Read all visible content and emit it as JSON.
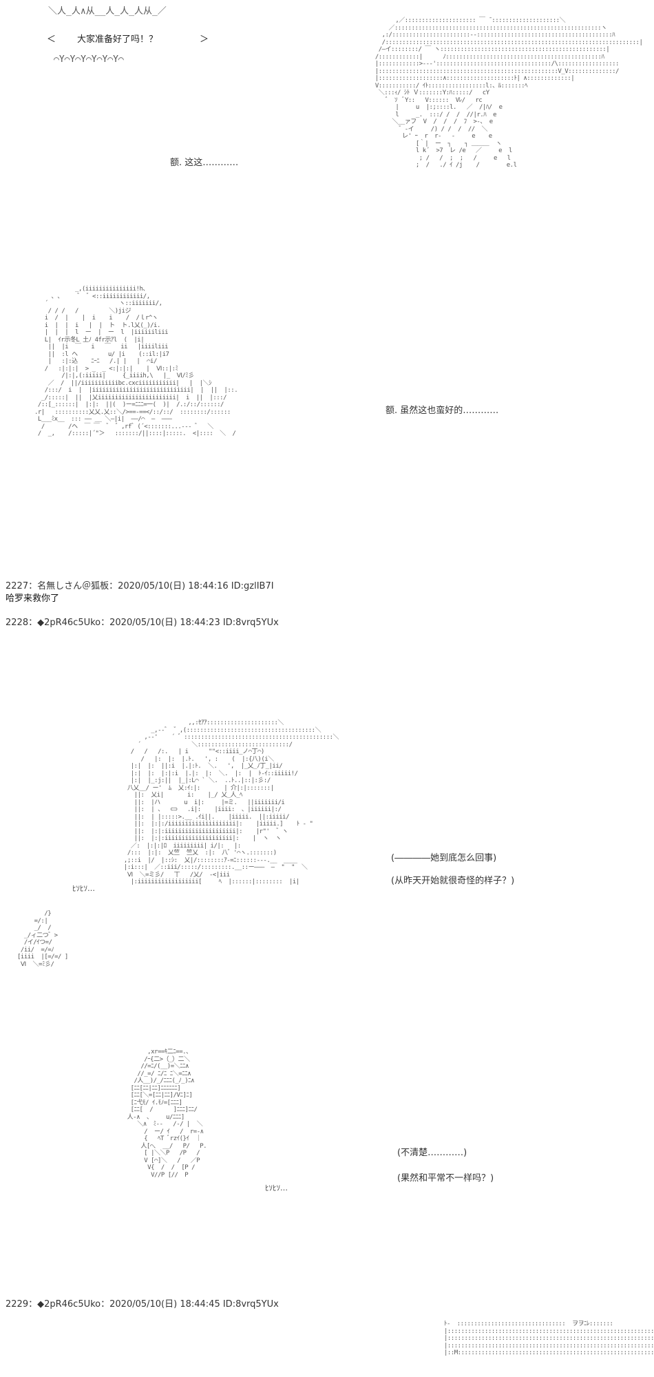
{
  "shout_box": {
    "top_border": "＼人_人∧从__人_人_人从_／",
    "text": "大家准备好了吗！？",
    "left_marks": "＜",
    "right_marks": "＞",
    "bottom_border": "⌒Y⌒Y⌒Y⌒Y⌒Y⌒Y⌒"
  },
  "dialog_1": "额. 这这…………",
  "dialog_2": "额. 虽然这也蛮好的…………",
  "post_2227": {
    "header": "2227：名無しさん＠狐板：2020/05/10(日) 18:44:16 ID:gzlIB7I",
    "body": "哈罗来救你了"
  },
  "post_2228": {
    "header": "2228：◆2pR46c5Uko：2020/05/10(日) 18:44:23 ID:8vrq5YUx"
  },
  "dialog_3": "(――――她到底怎么回事)",
  "dialog_4": "(从昨天开始就很奇怪的样子？)",
  "sfx_1": "ﾋｿﾋｿ…",
  "dialog_5": "(不清楚…………)",
  "dialog_6": "(果然和平常不一样吗？)",
  "sfx_2": "ﾋｿﾋｿ…",
  "post_2229": {
    "header": "2229：◆2pR46c5Uko：2020/05/10(日) 18:44:45 ID:8vrq5YUx"
  },
  "ascii_art": {
    "char_a": "        ,／::::::::::::::::::::: ￣ ̄ ::::::::::::::::::::＼\n      ／:::::::::::::::::::::::::::::::::::::::::::::::::::::::::::::ヽ\n    ,:/:::::::::::::::::::::::-‐::::::::::::::::::::::::::::::::::::::::ﾊ\n    /:::::::::::::::::::::::::::::::::::::::::::::::::::::::::::::::::::::::::::|\n   /―イ::::::::/ ￣ ヽ:::::::::::::::::::::::::::::::::::::::::::::::::|\n  /::::::::::::|      ﾉ::::::::::::::::::::::::::::::::::::::::::::::ﾊ\n  |::::::::::::>--‐'::::::::::::::::::::::::::::::::::/\\::::::::::::::::::\n  |:::::::::::::::::::::::::::::::::::::::::::::::::::::V_V::::::::::::::/\n  |:::::::::::::::::::∧::::::::::::::::::::ﾄ| ∧:::::::::::::|\n  V:::::::::::/ ｲﾄ:::::::::::::::::l:、ﾙ:::::::ﾍ\n   ＼:::ｨ/ ｼﾄ Ｖ:::::::Y:ﾊ:::::/   cY\n     ゛ ｿ  ﾞY::   V::::::  Vﾚ/   rc\n        |     u  |:;::::l.   ／  /|ﾊ/  e\n        l     _.  :::/ /  /  //|r.ﾊ  e\n       ＼__ァフ  V  /  /  /  ﾌ  >-、 e\n         ゛-イ     /) / /  /  //  ＼\n          レ' ｰ  r  r‐   ‐     e    e\n              [｀|  ー  ┐    ┐ ＿＿＿  ヽ\n              l k´  >7  レ /e   ／     e  l\n               ; /   /  ;  ;   /     e   l\n              ;  /   ./ ｲ /j    /        e.l",
    "char_b": "            _,(iiiiiiiiiiiiiii!h、\n     ､ ､     ゛ ゛<::iiiiiiiiiiii/,\n   ´                     ヽ::iiiiiii/,\n    / / /   /         ＼)jiジ\n   i  /  |    |  i    i    /  /ｌr^ヽ\n   i  |  |  i   |  |  ト  ト.l乂(_)/i.\n   |  |  |  l  ー  |  ー  l  |iiiiiiliii\n   L|  ｲr示冬L 土ﾉ 4fr示ｱl  (  |i|\n    ||  |i  ￣   i   ￣   ii   |iiiiliii\n    ||  :l ヘ         u/ |i    (::il:|i7\n    |   :|:込    ﾆｰﾆ   /.| |   |  ⌒i/\n   /   :|:|:|  > _  _ <:|:|:|    |  Ⅵ::|:ﾐ\n        /|:|,(:iiiii|     {_iiiih,\\   |_  Ⅵ/ﾐ彡\n    ／  /  ||/iiiiiiiiiiibc.cxciiiiiiiiiii|   |  |＼ｼ\n   /:::/  i  |  |iiiiiiiiiiiiiiiiiiiiiiiiiiiii|  |  ||  |::.\n  _/:::::|  ||  |乂iiiiiiiiiiiiiiiiiiiiiii|  i  ||  |:::/\n /::[_::::::|  |:|:  ||(  )ー=ﾆﾆﾆ=一(  )|  /.:/::/::::::/\n.r|   ::::::::::乂乂.乂::＼/>==-==</::/::/  ::::::::/::::::\n L___ﾐx__  ::: ―― __ ＼―|i|  ――/⌒  ―  ―――\n  /       /ヘ  ￣ ￣  ゛ ゛,rf゛(´<:::::::...--‐ ゛  ＼\n /  _,    /:::::|´\"＞   :::::::/||::::|:::::.  <|::::  ＼  /",
    "char_c": "                    ,,:ｾｱｱ:::::::::::::::::::::＼\n         _,-‐゛ ゛,(::::::::::::::::::::::::::::::::::::::＼\n       ,-‐'    ´ ゛::::::::::::::::::::::::::::::::::::::::::::＼\n     ´               ＼:::::::::::::::::::::::::::/\n   /   /   /:.   | i      \"\"<::iiii_ノ⌒丁⌒)\n      /   |:  |:  |.ﾄ.   ', :    (  |:{八)(i＼\n   |:|  |:  ||:i  |.|:ﾄ.  ＼.   ',  |_乂_ﾉ丁_|ii/\n   |:|  |:  |:|:i  |.|:  |:  ＼.  |:  |  ﾄ-ｲ::iiiii!/\n   |:|  |_:j:||  |_|:L⌒ ` ＼.  ..ﾄ..|::|:彡:/\n  八乂__/ ー'  ﾑ  乂:ｲ:|:       | 介|:|:::::::|\n    ||:  乂i|       i:    |_/ 乂_人_ﾍ\n    ||:  |ハ       u  i|:     |=ミ.   ||iiiiiii/i\n    ||:  | 、  ⊂⊃   .i|:    |iiii:  、|iiiiii|:/\n    ||:  | |:::::>.__ .ｲi||.    |iiiii.  ||:iiiii/\n    ||:  |:|:/iiiiiiiiiiiiiiiiiiii|:    |iiiii.]    ﾄ - \"\n    ||:  |:|:iiiiiiiiiiiiiiiiiiiii|:    |r\"'  ゛ヽ\n    ||:  |:|:iiiiiiiiiiiiiiiiiiii|:    |  ヽ  ヽ\n   ／:  |:|:|ﾛ  iiiiiiiii| i/|:   |:\n  /:::  |:|:  乂竺  竺乂  :|:  八゛'⌒ヽ.:::::::)\n ,;::i  |/  |::ｼ:  乂|/::::::::ｱ-=ﾆ::::::---.__  ____\n |:i:::|  ／::iii/:::::/:::::::::.__::ー―――  ―  \"  \"  ＼\n  Ⅵ  ＼=ミ彡/   丅   /乂/  ‐<|iii\n   |:iiiiiiiiiiiiiiiiii[     ﾍ  |::::::|::::::::  |i|",
    "char_c_left": "        /}\n     =/:|\n     _/  /\n  _/ィ二つ゛>\n  /イ/ｲつ=/\n /ii/  =/=ﾉ\n[iiii  |[=/=/ ]\n Ⅵ  ＼=ﾐ彡/",
    "char_d": "          ,xr==ｷ二ﾆ==.、\n         /ｰ{二>（_）二＼\n        //=ﾆ/(__)=＼ﾆﾆ∧\n       //_=/ ﾆ/ﾆ ﾆ＼=ﾆﾆ∧\n      /人__)/_/ﾆﾆﾆ(_ﾉ_)ﾆ∧\n     [ﾆﾆ[ﾆﾆ|ﾆﾆ]ﾆﾆﾆﾆﾆﾆ]\n     [ﾆﾆ[＼=[ﾆﾆ|ﾆﾆ]/Vﾆ]ﾆ]\n     [ﾆ弋ﾓ/ ｲ.ﾓﾉ=[ﾆﾆﾆ]\n     [ﾆﾆ[  /      ]ﾆﾆﾆ]ﾆﾆ/\n    人-∧  、    u/ﾆﾆﾆ]\n       ＼∧  ﾐ--   /-/ |  ＼\n         /  ー/ ｲ   /  r=-∧\n         {   ﾍT ﾞrzｲ(}ｲ  ｜\n        人[⌒、 __/   P/   P.\n         [ |＼＼P   /P   /\n         V [⌒]＼   /   ／P\n          V{  /  /  [P /\n           V//P [//  P",
    "char_e": "ﾄ-  ::::::::::::::::::::::::::::::::  ヲヲﾆﾚ:::::::\n|::::::::::::::::::::::::::::::::::::::::::::::::::::::::::::::\n|:::::::::::::::::::::::::::::::::::::::::::::::::::::::::::::::\n|:::::::::::::::::::::::::::::::::::::::::::::::::::::::::::::::\n|::M:::::::::::::::::::::::::::::::::::::::::::::::::::::::::::::"
  }
}
